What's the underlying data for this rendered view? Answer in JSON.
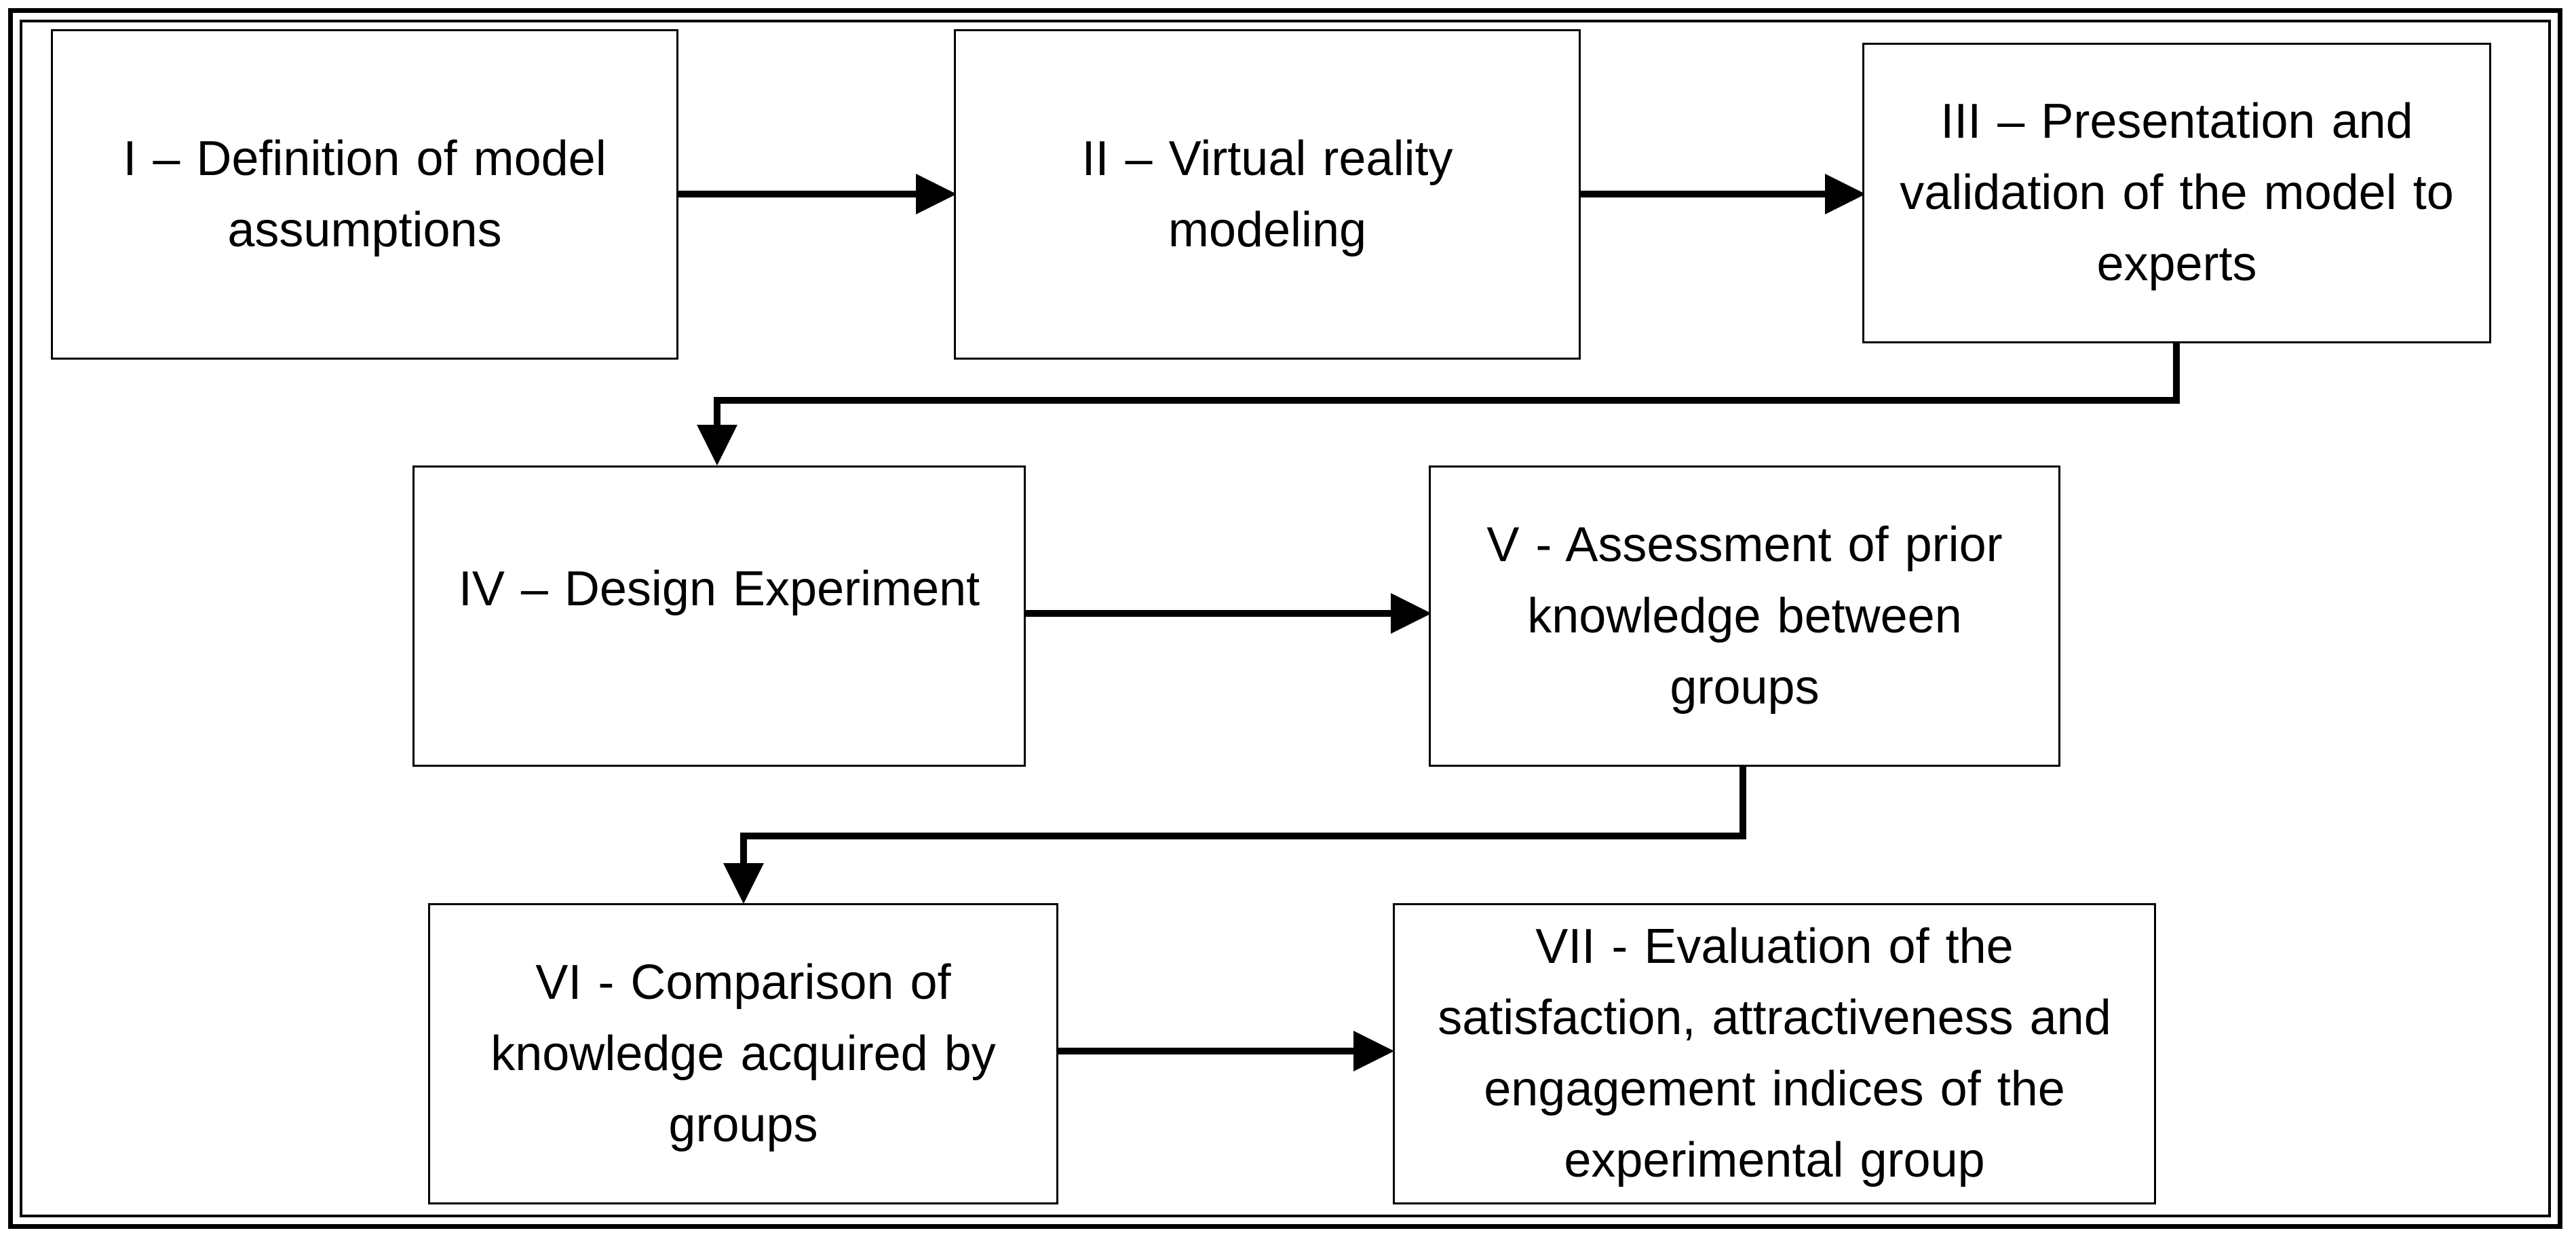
{
  "diagram": {
    "steps": [
      {
        "label": "I – Definition of model assumptions"
      },
      {
        "label": "II – Virtual reality modeling"
      },
      {
        "label": "III – Presentation  and validation of the model to experts"
      },
      {
        "label": "IV – Design Experiment"
      },
      {
        "label": "V - Assessment of prior knowledge between groups"
      },
      {
        "label": "VI - Comparison of knowledge acquired by groups"
      },
      {
        "label": "VII - Evaluation of the satisfaction, attractiveness and engagement indices of the experimental group"
      }
    ],
    "connections": [
      {
        "from": "I",
        "to": "II"
      },
      {
        "from": "II",
        "to": "III"
      },
      {
        "from": "III",
        "to": "IV"
      },
      {
        "from": "IV",
        "to": "V"
      },
      {
        "from": "V",
        "to": "VI"
      },
      {
        "from": "VI",
        "to": "VII"
      }
    ],
    "colors": {
      "stroke": "#000000",
      "fill": "#ffffff",
      "text": "#000000"
    }
  }
}
